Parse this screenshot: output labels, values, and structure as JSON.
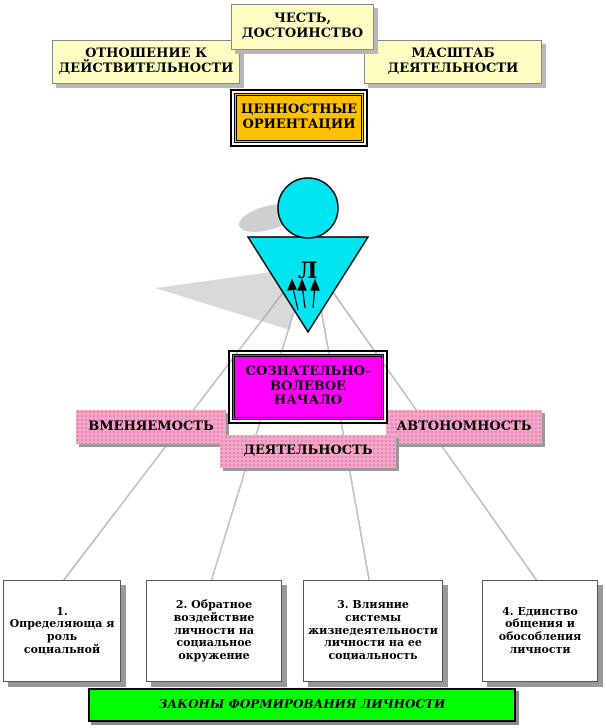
{
  "top": {
    "honor": "ЧЕСТЬ, ДОСТОИНСТВО",
    "attitude": "ОТНОШЕНИЕ К ДЕЙСТВИТЕЛЬНОСТИ",
    "scale": "МАСШТАБ ДЕЯТЕЛЬНОСТИ",
    "values": "ЦЕННОСТНЫЕ ОРИЕНТАЦИИ"
  },
  "figure": {
    "letter": "Л"
  },
  "middle": {
    "conscious": "СОЗНАТЕЛЬНО-ВОЛЕВОЕ НАЧАЛО",
    "sanity": "ВМЕНЯЕМОСТЬ",
    "autonomy": "АВТОНОМНОСТЬ",
    "activity": "ДЕЯТЕЛЬНОСТЬ"
  },
  "laws": [
    {
      "text": "1. Определяюща я роль социальной"
    },
    {
      "text": "2. Обратное воздействие личности на социальное окружение"
    },
    {
      "text": "3. Влияние системы жизнедеятельности личности на ее социальность"
    },
    {
      "text": "4. Единство общения и обособления личности"
    }
  ],
  "footer": {
    "title": "ЗАКОНЫ ФОРМИРОВАНИЯ ЛИЧНОСТИ"
  },
  "colors": {
    "cyan": "#00e5f0",
    "orange": "#ffc000",
    "magenta": "#ff00ff",
    "pink": "#f4a6c8",
    "green": "#00ff00",
    "yellow": "#ffffc4"
  }
}
